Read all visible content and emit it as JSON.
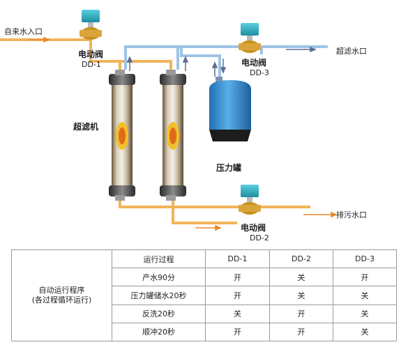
{
  "labels": {
    "inlet": "自来水入口",
    "valve1_name": "电动阀",
    "valve1_code": "DD-1",
    "valve3_name": "电动阀",
    "valve3_code": "DD-3",
    "outlet": "超滤水口",
    "filter": "超滤机",
    "tank": "压力罐",
    "drain": "排污水口",
    "valve2_name": "电动阀",
    "valve2_code": "DD-2"
  },
  "table": {
    "group_label": "自动运行程序\n(各过程循环运行)",
    "headers": [
      "运行过程",
      "DD-1",
      "DD-2",
      "DD-3"
    ],
    "rows": [
      [
        "产水90分",
        "开",
        "关",
        "开"
      ],
      [
        "压力罐储水20秒",
        "开",
        "关",
        "关"
      ],
      [
        "反洗20秒",
        "关",
        "开",
        "关"
      ],
      [
        "顺冲20秒",
        "开",
        "开",
        "关"
      ]
    ]
  },
  "colors": {
    "pipe_orange": "#f2b45a",
    "pipe_blue": "#9ec3e6",
    "arrow_orange": "#e8892e",
    "arrow_blue": "#5a6f90",
    "valve_actuator": "#2fb1c4",
    "valve_body": "#c8921e",
    "tank": "#3a8fd4"
  },
  "icons": [
    "motorized-valve-icon",
    "ultrafiltration-cartridge-icon",
    "pressure-tank-icon",
    "flow-arrow-icon"
  ]
}
